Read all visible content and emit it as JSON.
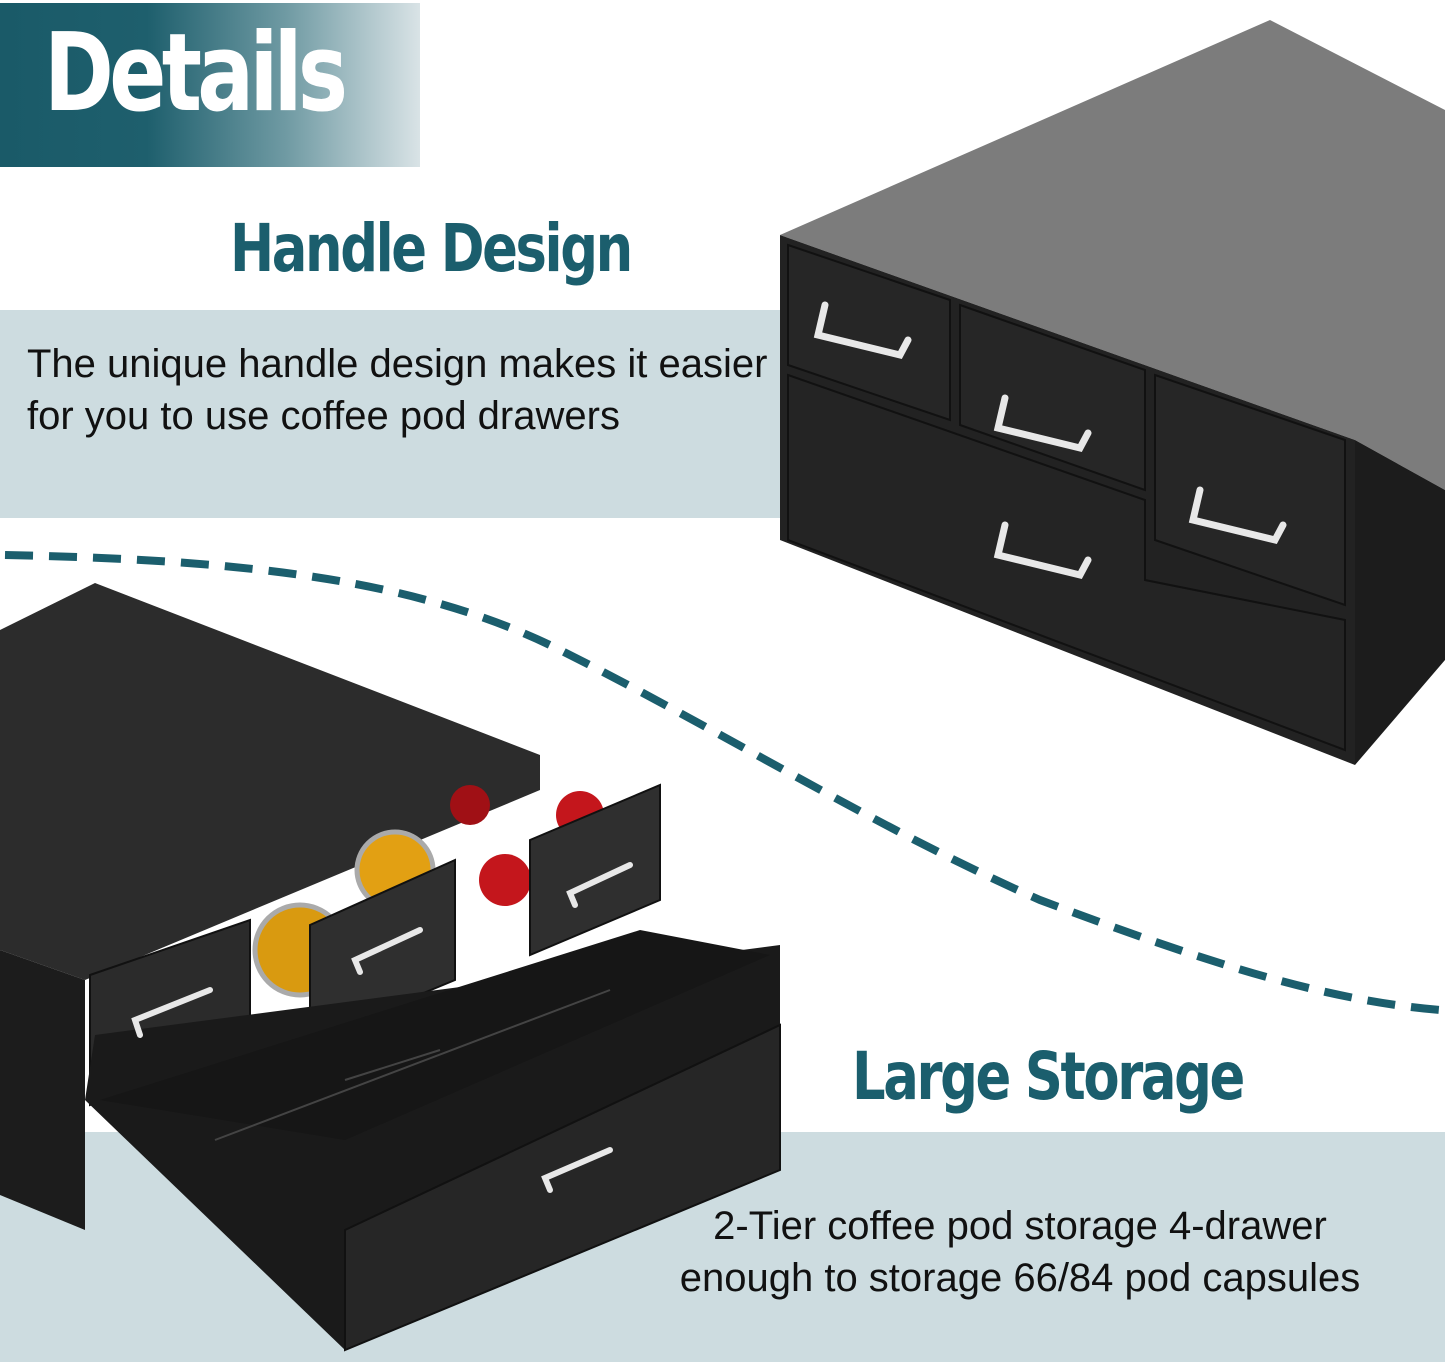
{
  "banner": {
    "title": "Details"
  },
  "sections": [
    {
      "heading": "Handle Design",
      "description": "The unique handle design makes it easier for you to use coffee pod drawers"
    },
    {
      "heading": "Large Storage",
      "description_line1": "2-Tier coffee pod storage 4-drawer",
      "description_line2": "enough to storage 66/84 pod capsules"
    }
  ],
  "colors": {
    "accent": "#1b5e6d",
    "panel": "#cddce0",
    "banner_dark": "#1a5a68",
    "banner_light": "#d9e3e6",
    "product_body": "#1e1e1e",
    "product_top": "#7a7a7a",
    "capsule_red": "#c4161c",
    "capsule_gold": "#e2a013"
  },
  "images": [
    {
      "name": "closed-drawer-organizer",
      "description": "Black 4-drawer coffee pod organizer, closed, chrome handles"
    },
    {
      "name": "open-drawer-organizer",
      "description": "Black 4-drawer coffee pod organizer with drawers open showing red and gold capsules and compartments"
    }
  ]
}
